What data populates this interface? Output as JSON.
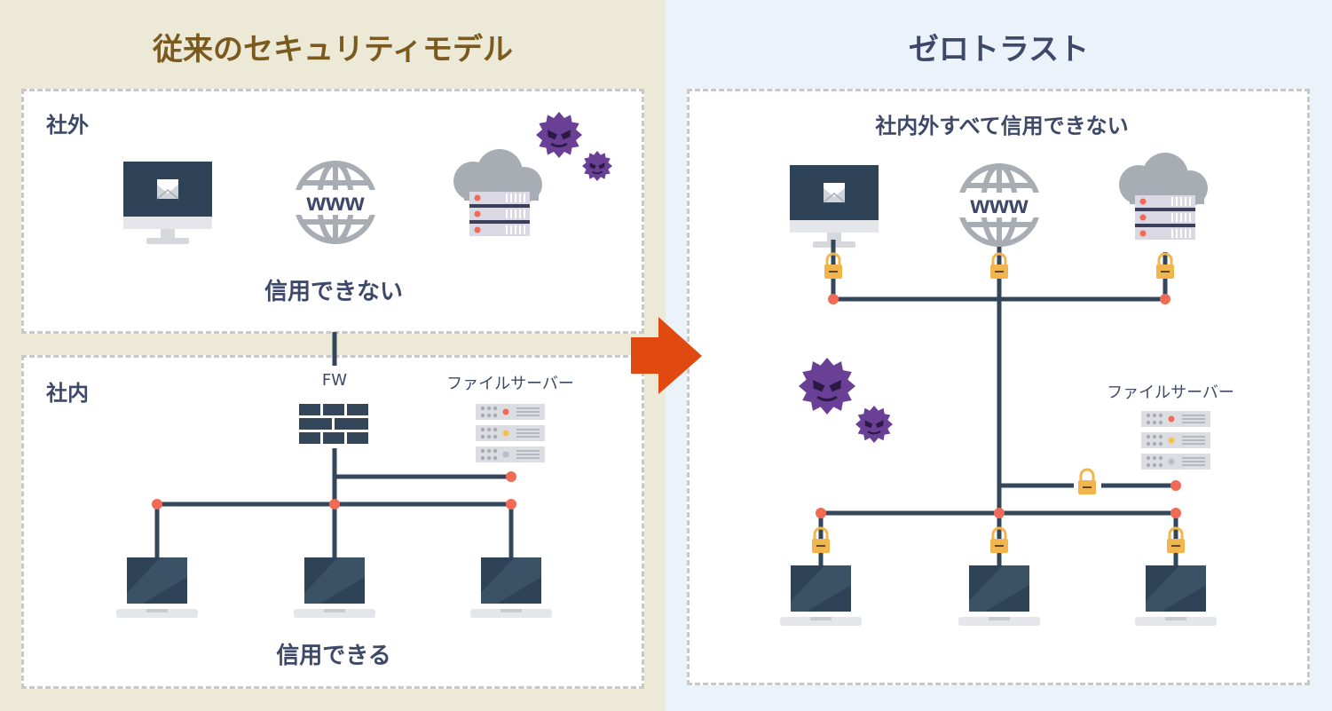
{
  "left": {
    "title": "従来のセキュリティモデル",
    "outside_box": {
      "label": "社外",
      "caption": "信用できない"
    },
    "inside_box": {
      "label": "社内",
      "caption": "信用できる",
      "fw_label": "FW",
      "file_server_label": "ファイルサーバー"
    }
  },
  "right": {
    "title": "ゼロトラスト",
    "box": {
      "caption": "社内外すべて信用できない",
      "file_server_label": "ファイルサーバー"
    }
  },
  "www_text": "www",
  "colors": {
    "left_bg": "#EDE9D7",
    "right_bg": "#EBF2F9",
    "arrow": "#E04A10",
    "line": "#34475A",
    "node": "#F06A55",
    "virus": "#6A3F96",
    "lock": "#F2B44C"
  }
}
